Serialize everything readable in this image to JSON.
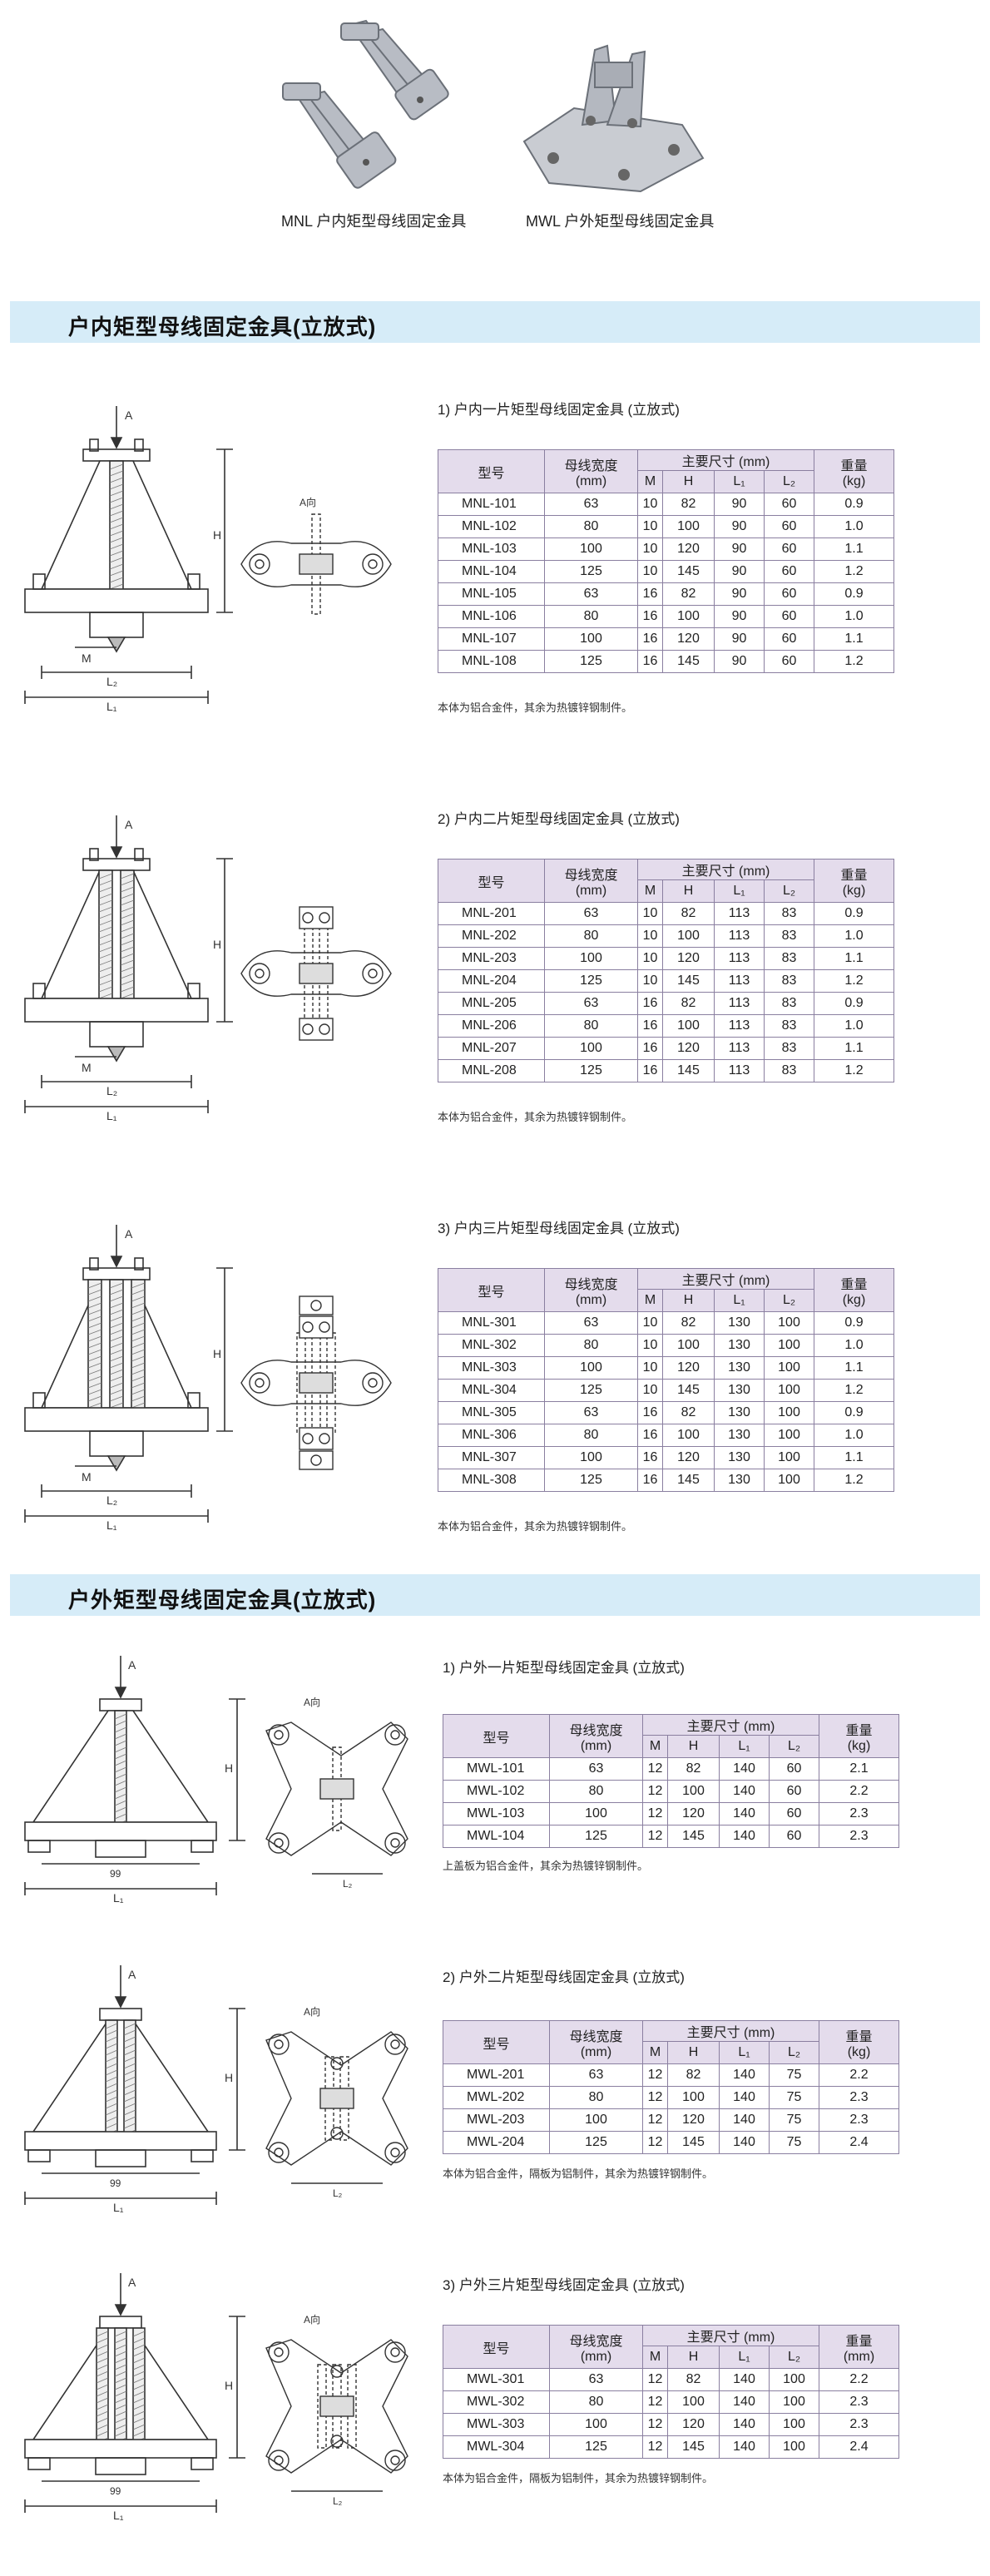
{
  "photos": {
    "mnl_caption": "MNL 户内矩型母线固定金具",
    "mwl_caption": "MWL 户外矩型母线固定金具"
  },
  "banners": {
    "indoor": "户内矩型母线固定金具(立放式)",
    "outdoor": "户外矩型母线固定金具(立放式)"
  },
  "table_header": {
    "model": "型号",
    "width": "母线宽度",
    "width_unit": "(mm)",
    "dims": "主要尺寸 (mm)",
    "m": "M",
    "h": "H",
    "l1": "L₁",
    "l2": "L₂",
    "weight": "重量",
    "weight_unit_kg": "(kg)",
    "weight_unit_mm": "(mm)"
  },
  "diagram_labels": {
    "a": "A",
    "a_dir": "A向",
    "h": "H",
    "m": "M",
    "l1": "L₁",
    "l2": "L₂",
    "w99": "99"
  },
  "sections": [
    {
      "title": "1) 户内一片矩型母线固定金具 (立放式)",
      "note": "本体为铝合金件，其余为热镀锌钢制件。",
      "rows": [
        [
          "MNL-101",
          "63",
          "10",
          "82",
          "90",
          "60",
          "0.9"
        ],
        [
          "MNL-102",
          "80",
          "10",
          "100",
          "90",
          "60",
          "1.0"
        ],
        [
          "MNL-103",
          "100",
          "10",
          "120",
          "90",
          "60",
          "1.1"
        ],
        [
          "MNL-104",
          "125",
          "10",
          "145",
          "90",
          "60",
          "1.2"
        ],
        [
          "MNL-105",
          "63",
          "16",
          "82",
          "90",
          "60",
          "0.9"
        ],
        [
          "MNL-106",
          "80",
          "16",
          "100",
          "90",
          "60",
          "1.0"
        ],
        [
          "MNL-107",
          "100",
          "16",
          "120",
          "90",
          "60",
          "1.1"
        ],
        [
          "MNL-108",
          "125",
          "16",
          "145",
          "90",
          "60",
          "1.2"
        ]
      ]
    },
    {
      "title": "2) 户内二片矩型母线固定金具 (立放式)",
      "note": "本体为铝合金件，其余为热镀锌钢制件。",
      "rows": [
        [
          "MNL-201",
          "63",
          "10",
          "82",
          "113",
          "83",
          "0.9"
        ],
        [
          "MNL-202",
          "80",
          "10",
          "100",
          "113",
          "83",
          "1.0"
        ],
        [
          "MNL-203",
          "100",
          "10",
          "120",
          "113",
          "83",
          "1.1"
        ],
        [
          "MNL-204",
          "125",
          "10",
          "145",
          "113",
          "83",
          "1.2"
        ],
        [
          "MNL-205",
          "63",
          "16",
          "82",
          "113",
          "83",
          "0.9"
        ],
        [
          "MNL-206",
          "80",
          "16",
          "100",
          "113",
          "83",
          "1.0"
        ],
        [
          "MNL-207",
          "100",
          "16",
          "120",
          "113",
          "83",
          "1.1"
        ],
        [
          "MNL-208",
          "125",
          "16",
          "145",
          "113",
          "83",
          "1.2"
        ]
      ]
    },
    {
      "title": "3) 户内三片矩型母线固定金具 (立放式)",
      "note": "本体为铝合金件，其余为热镀锌钢制件。",
      "rows": [
        [
          "MNL-301",
          "63",
          "10",
          "82",
          "130",
          "100",
          "0.9"
        ],
        [
          "MNL-302",
          "80",
          "10",
          "100",
          "130",
          "100",
          "1.0"
        ],
        [
          "MNL-303",
          "100",
          "10",
          "120",
          "130",
          "100",
          "1.1"
        ],
        [
          "MNL-304",
          "125",
          "10",
          "145",
          "130",
          "100",
          "1.2"
        ],
        [
          "MNL-305",
          "63",
          "16",
          "82",
          "130",
          "100",
          "0.9"
        ],
        [
          "MNL-306",
          "80",
          "16",
          "100",
          "130",
          "100",
          "1.0"
        ],
        [
          "MNL-307",
          "100",
          "16",
          "120",
          "130",
          "100",
          "1.1"
        ],
        [
          "MNL-308",
          "125",
          "16",
          "145",
          "130",
          "100",
          "1.2"
        ]
      ]
    },
    {
      "title": "1) 户外一片矩型母线固定金具 (立放式)",
      "note": "上盖板为铝合金件，其余为热镀锌钢制件。",
      "rows": [
        [
          "MWL-101",
          "63",
          "12",
          "82",
          "140",
          "60",
          "2.1"
        ],
        [
          "MWL-102",
          "80",
          "12",
          "100",
          "140",
          "60",
          "2.2"
        ],
        [
          "MWL-103",
          "100",
          "12",
          "120",
          "140",
          "60",
          "2.3"
        ],
        [
          "MWL-104",
          "125",
          "12",
          "145",
          "140",
          "60",
          "2.3"
        ]
      ]
    },
    {
      "title": "2) 户外二片矩型母线固定金具 (立放式)",
      "note": "本体为铝合金件，隔板为铝制件，其余为热镀锌钢制件。",
      "rows": [
        [
          "MWL-201",
          "63",
          "12",
          "82",
          "140",
          "75",
          "2.2"
        ],
        [
          "MWL-202",
          "80",
          "12",
          "100",
          "140",
          "75",
          "2.3"
        ],
        [
          "MWL-203",
          "100",
          "12",
          "120",
          "140",
          "75",
          "2.3"
        ],
        [
          "MWL-204",
          "125",
          "12",
          "145",
          "140",
          "75",
          "2.4"
        ]
      ]
    },
    {
      "title": "3) 户外三片矩型母线固定金具 (立放式)",
      "note": "本体为铝合金件，隔板为铝制件，其余为热镀锌钢制件。",
      "rows": [
        [
          "MWL-301",
          "63",
          "12",
          "82",
          "140",
          "100",
          "2.2"
        ],
        [
          "MWL-302",
          "80",
          "12",
          "100",
          "140",
          "100",
          "2.3"
        ],
        [
          "MWL-303",
          "100",
          "12",
          "120",
          "140",
          "100",
          "2.3"
        ],
        [
          "MWL-304",
          "125",
          "12",
          "145",
          "140",
          "100",
          "2.4"
        ]
      ]
    }
  ]
}
